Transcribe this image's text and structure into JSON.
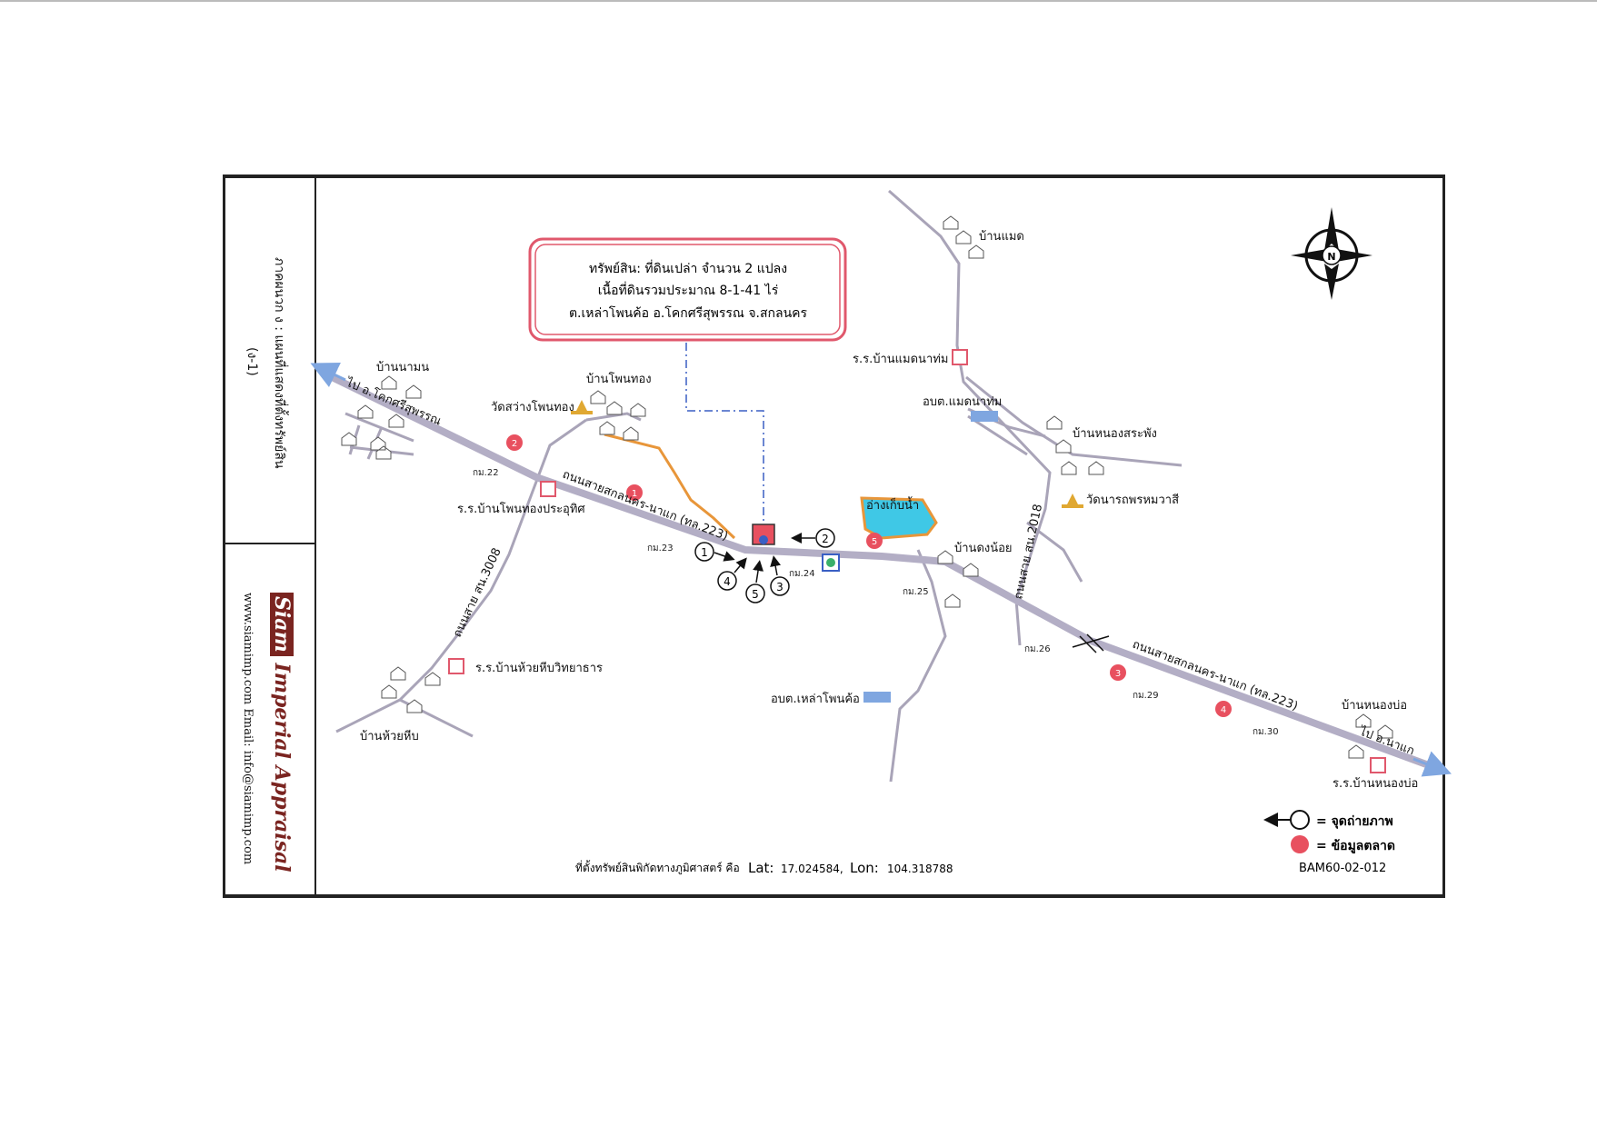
{
  "sidebar": {
    "appendix_title": "ภาคผนวก ง : แผนที่แสดงที่ตั้งทรัพย์สิน",
    "appendix_code": "(ง-1)",
    "brand_siam": "Siam",
    "brand_rest": "Imperial Appraisal",
    "contact": "www.siamimp.com Email: info@siamimp.com"
  },
  "info_box": {
    "line1": "ทรัพย์สิน: ที่ดินเปล่า จำนวน 2 แปลง",
    "line2": "เนื้อที่ดินรวมประมาณ 8-1-41 ไร่",
    "line3": "ต.เหล่าโพนค้อ อ.โคกศรีสุพรรณ จ.สกลนคร"
  },
  "places": {
    "ban_maet": "บ้านแมด",
    "school_maet_na_thom": "ร.ร.บ้านแมดนาท่ม",
    "obt_maet_na_thom": "อบต.แมดนาท่ม",
    "ban_nong_sa_phang": "บ้านหนองสระพัง",
    "wat_narot": "วัดนารถพรหมวาสี",
    "ban_dong_noi": "บ้านดงน้อย",
    "reservoir": "อ่างเก็บน้ำ",
    "ban_na_mon": "บ้านนามน",
    "ban_phon_thong": "บ้านโพนทอง",
    "wat_sawang": "วัดสว่างโพนทอง",
    "school_phon_thong": "ร.ร.บ้านโพนทองประอุทิศ",
    "school_huai_hip": "ร.ร.บ้านห้วยหีบวิทยาธาร",
    "ban_huai_hip": "บ้านห้วยหีบ",
    "obt_lao_phon_kho": "อบต.เหล่าโพนค้อ",
    "ban_nong_bo": "บ้านหนองบ่อ",
    "school_nong_bo": "ร.ร.บ้านหนองบ่อ"
  },
  "roads": {
    "main_road": "ถนนสายสกลนคร-นาแก (ทล.223)",
    "to_kok_si": "ไป อ.โคกศรีสุพรรณ",
    "to_na_kae": "ไป อ.นาแก",
    "road_3008": "ถนนสาย สน.3008",
    "road_2018": "ถนนสาย สน.2018"
  },
  "km_markers": [
    "กม.22",
    "กม.23",
    "กม.24",
    "กม.25",
    "กม.26",
    "กม.29",
    "กม.30"
  ],
  "photo_points": [
    "1",
    "2",
    "3",
    "4",
    "5"
  ],
  "market_points": [
    "1",
    "2",
    "3",
    "4",
    "5"
  ],
  "legend": {
    "photo_label": "= จุดถ่ายภาพ",
    "market_label": "= ข้อมูลตลาด"
  },
  "footer": {
    "coords_prefix": "ที่ตั้งทรัพย์สินพิกัดทางภูมิศาสตร์ คือ",
    "lat_label": "Lat:",
    "lat_value": "17.024584,",
    "lon_label": "Lon:",
    "lon_value": "104.318788",
    "doc_code": "BAM60-02-012"
  },
  "compass": {
    "north": "N"
  },
  "colors": {
    "road": "#a9a4b8",
    "road_main": "#b3aec5",
    "info_box_border": "#e0586c",
    "market_dot": "#e8505f",
    "boundary": "#e8963a",
    "water": "#3fc8e6",
    "leader": "#3a5fc4",
    "arrow_blue": "#7fa6e0"
  }
}
